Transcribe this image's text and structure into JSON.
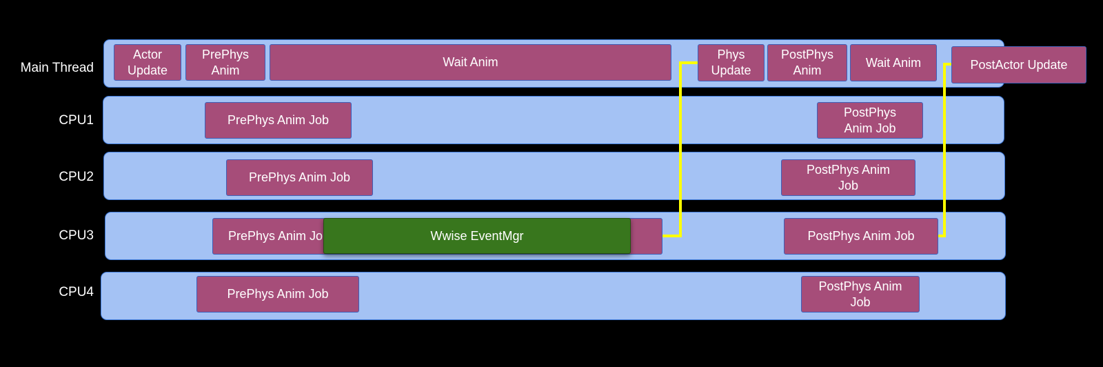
{
  "rows": {
    "main": "Main Thread",
    "cpu1": "CPU1",
    "cpu2": "CPU2",
    "cpu3": "CPU3",
    "cpu4": "CPU4"
  },
  "main_tasks": {
    "actor_update": "Actor\nUpdate",
    "prephys_anim": "PrePhys\nAnim",
    "wait_anim_1": "Wait Anim",
    "phys_update": "Phys\nUpdate",
    "postphys_anim": "PostPhys\nAnim",
    "wait_anim_2": "Wait Anim",
    "postactor_update": "PostActor Update"
  },
  "cpu1_tasks": {
    "prephys": "PrePhys Anim Job",
    "postphys": "PostPhys\nAnim Job"
  },
  "cpu2_tasks": {
    "prephys": "PrePhys Anim Job",
    "postphys": "PostPhys Anim\nJob"
  },
  "cpu3_tasks": {
    "prephys_visible": "PrePhys Anim Job",
    "wwise": "Wwise EventMgr",
    "postphys": "PostPhys Anim Job"
  },
  "cpu4_tasks": {
    "prephys": "PrePhys Anim Job",
    "postphys": "PostPhys Anim\nJob"
  },
  "colors": {
    "lane": "#a4c2f4",
    "task": "#a64d79",
    "wwise": "#38761d",
    "connector": "#ffff00"
  }
}
